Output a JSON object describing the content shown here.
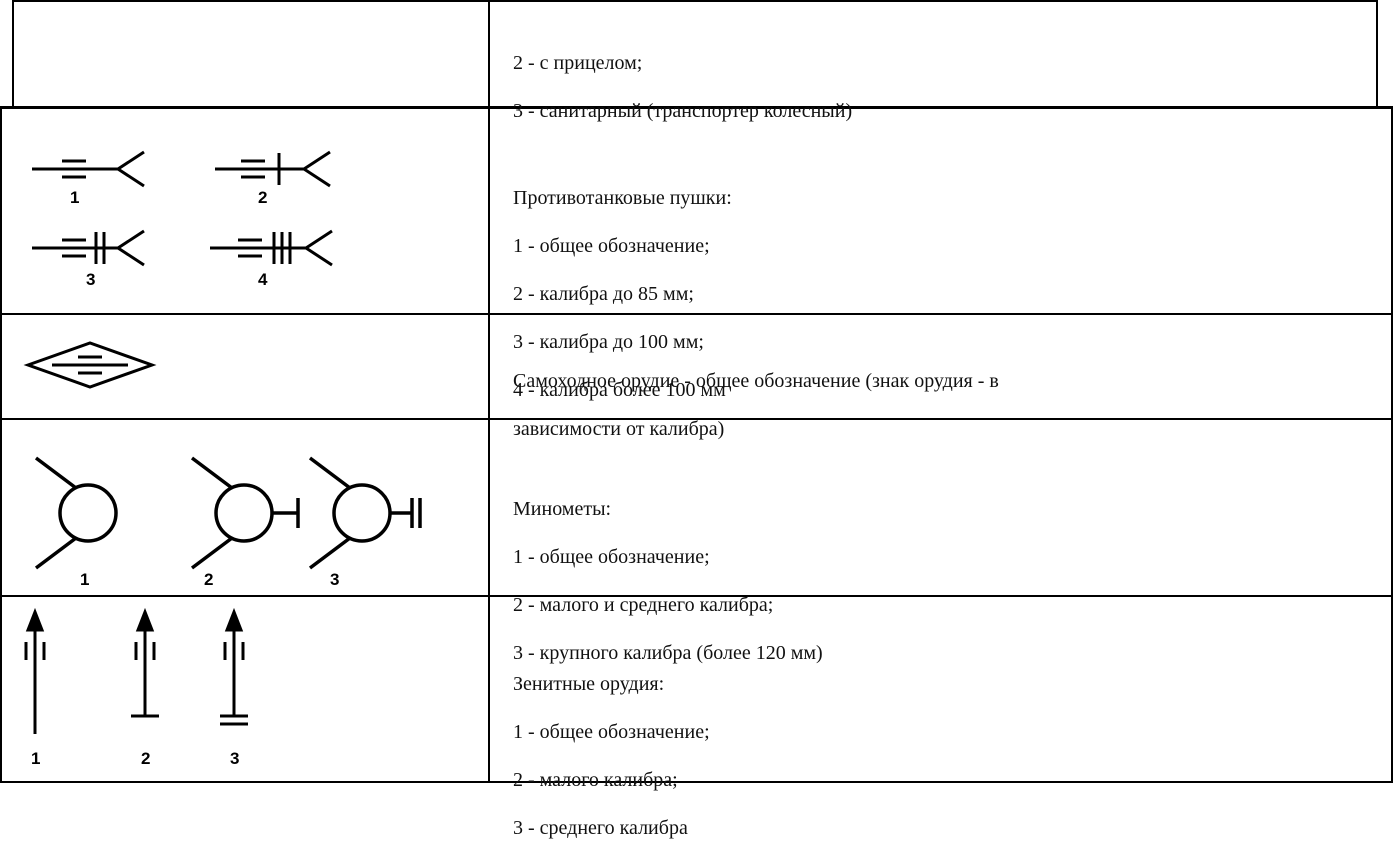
{
  "rows": [
    {
      "lines": [
        "2 - с прицелом;",
        "3 - санитарный (транспортер колесный)"
      ]
    },
    {
      "lines": [
        "Противотанковые пушки:",
        "1 - общее обозначение;",
        "2 - калибра до 85 мм;",
        "3 - калибра до 100 мм;",
        "4 - калибра более 100 мм"
      ],
      "symbol_numbers": [
        "1",
        "2",
        "3",
        "4"
      ]
    },
    {
      "lines": [
        "Самоходное орудие - общее обозначение (знак орудия - в",
        "зависимости от калибра)"
      ]
    },
    {
      "lines": [
        "Минометы:",
        "1 - общее обозначение;",
        "2 - малого и среднего калибра;",
        "3 - крупного калибра (более 120 мм)"
      ],
      "symbol_numbers": [
        "1",
        "2",
        "3"
      ]
    },
    {
      "lines": [
        "Зенитные орудия:",
        "1 - общее обозначение;",
        "2 - малого калибра;",
        "3 - среднего калибра"
      ],
      "symbol_numbers": [
        "1",
        "2",
        "3"
      ]
    }
  ]
}
